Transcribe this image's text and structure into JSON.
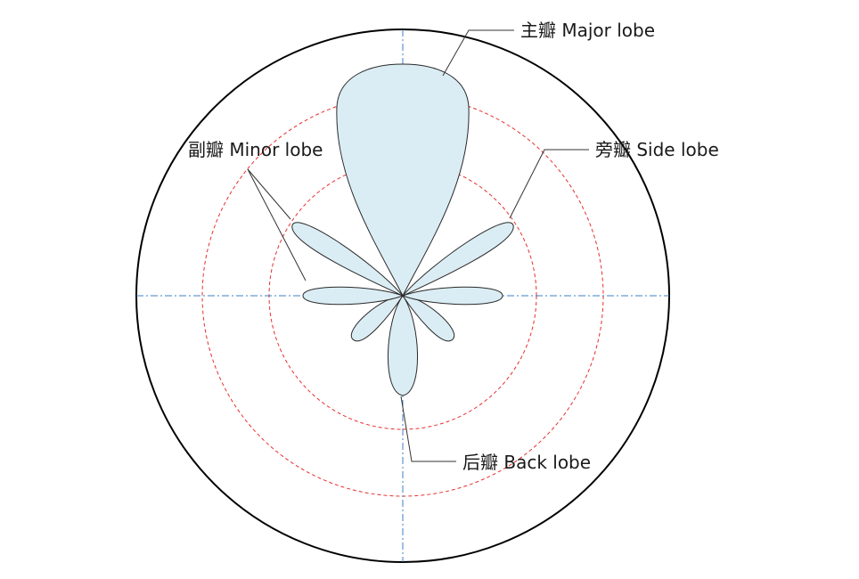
{
  "labels": {
    "major": "主瓣 Major lobe",
    "side": "旁瓣 Side lobe",
    "minor": "副瓣 Minor lobe",
    "back": "后瓣 Back lobe"
  },
  "colors": {
    "lobe_fill": "#dbedf4",
    "lobe_stroke": "#2a2a2a",
    "ring_stroke": "#e8302f",
    "axis_stroke": "#3c7fc4",
    "outer_stroke": "#000000"
  }
}
